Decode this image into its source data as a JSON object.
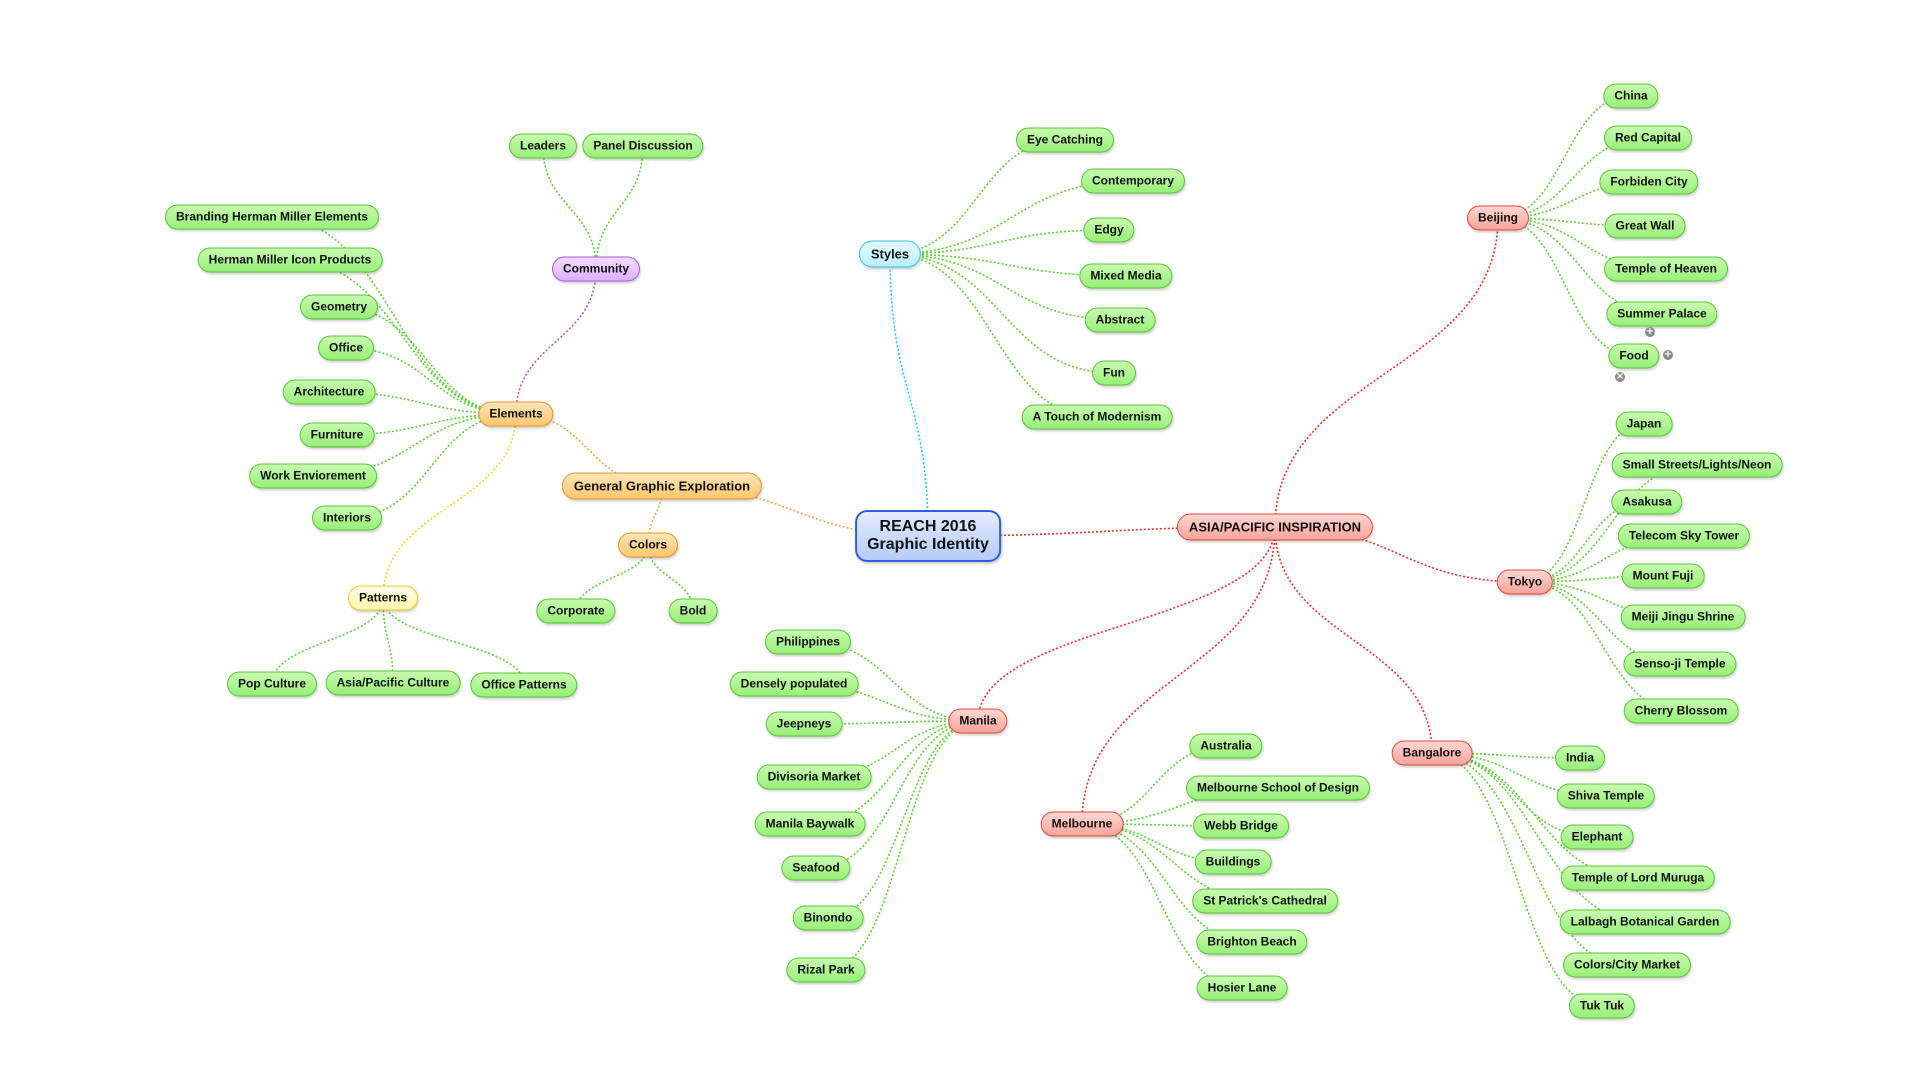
{
  "root": {
    "line1": "REACH 2016",
    "line2": "Graphic Identity"
  },
  "styles": {
    "label": "Styles",
    "children": [
      "Eye Catching",
      "Contemporary",
      "Edgy",
      "Mixed Media",
      "Abstract",
      "Fun",
      "A Touch of Modernism"
    ]
  },
  "general": {
    "label": "General Graphic Exploration",
    "elements": {
      "label": "Elements",
      "children": [
        "Branding Herman Miller Elements",
        "Herman Miller Icon Products",
        "Geometry",
        "Office",
        "Architecture",
        "Furniture",
        "Work Envioreme​nt",
        "Interiors"
      ]
    },
    "community": {
      "label": "Community",
      "children": [
        "Leaders",
        "Panel Discussion"
      ]
    },
    "patterns": {
      "label": "Patterns",
      "children": [
        "Pop Culture",
        "Asia/Pacific Culture",
        "Office Patterns"
      ]
    },
    "colors": {
      "label": "Colors",
      "children": [
        "Corporate",
        "Bold"
      ]
    }
  },
  "asia": {
    "label": "ASIA/PACIFIC INSPIRATION",
    "beijing": {
      "label": "Beijing",
      "children": [
        "China",
        "Red Capital",
        "Forbiden City",
        "Great Wall",
        "Temple of Heaven",
        "Summer Palace",
        "Food"
      ]
    },
    "tokyo": {
      "label": "Tokyo",
      "children": [
        "Japan",
        "Small Streets/Lights/Neon",
        "Asakusa",
        "Telecom Sky Tower",
        "Mount Fuji",
        "Meiji Jingu Shrine",
        "Senso-ji Temple",
        "Cherry Blossom"
      ]
    },
    "manila": {
      "label": "Manila",
      "children": [
        "Philippines",
        "Densely populated",
        "Jeepneys",
        "Divisoria Market",
        "Manila Baywalk",
        "Seafood",
        "Binondo",
        "Rizal Park"
      ]
    },
    "melbourne": {
      "label": "Melbourne",
      "children": [
        "Australia",
        "Melbourne School of Design",
        "Webb Bridge",
        "Buildings",
        "St Patrick's Cathedral",
        "Brighton Beach",
        "Hosier Lane"
      ]
    },
    "bangalore": {
      "label": "Bangalore",
      "children": [
        "India",
        "Shiva Temple",
        "Elephant",
        "Temple of Lord Muruga",
        "Lalbagh Botanical Garden",
        "Colors/City Market",
        "Tuk Tuk"
      ]
    }
  },
  "controls": {
    "plus_symbol": "+",
    "close_symbol": "×"
  },
  "colors": {
    "leaf_line": "#5bd236",
    "styles_line": "#2cc6ea",
    "general_line": "#f0a844",
    "community_line": "#a85ad9",
    "patterns_line": "#e8d838",
    "asia_line": "#e8302a"
  }
}
